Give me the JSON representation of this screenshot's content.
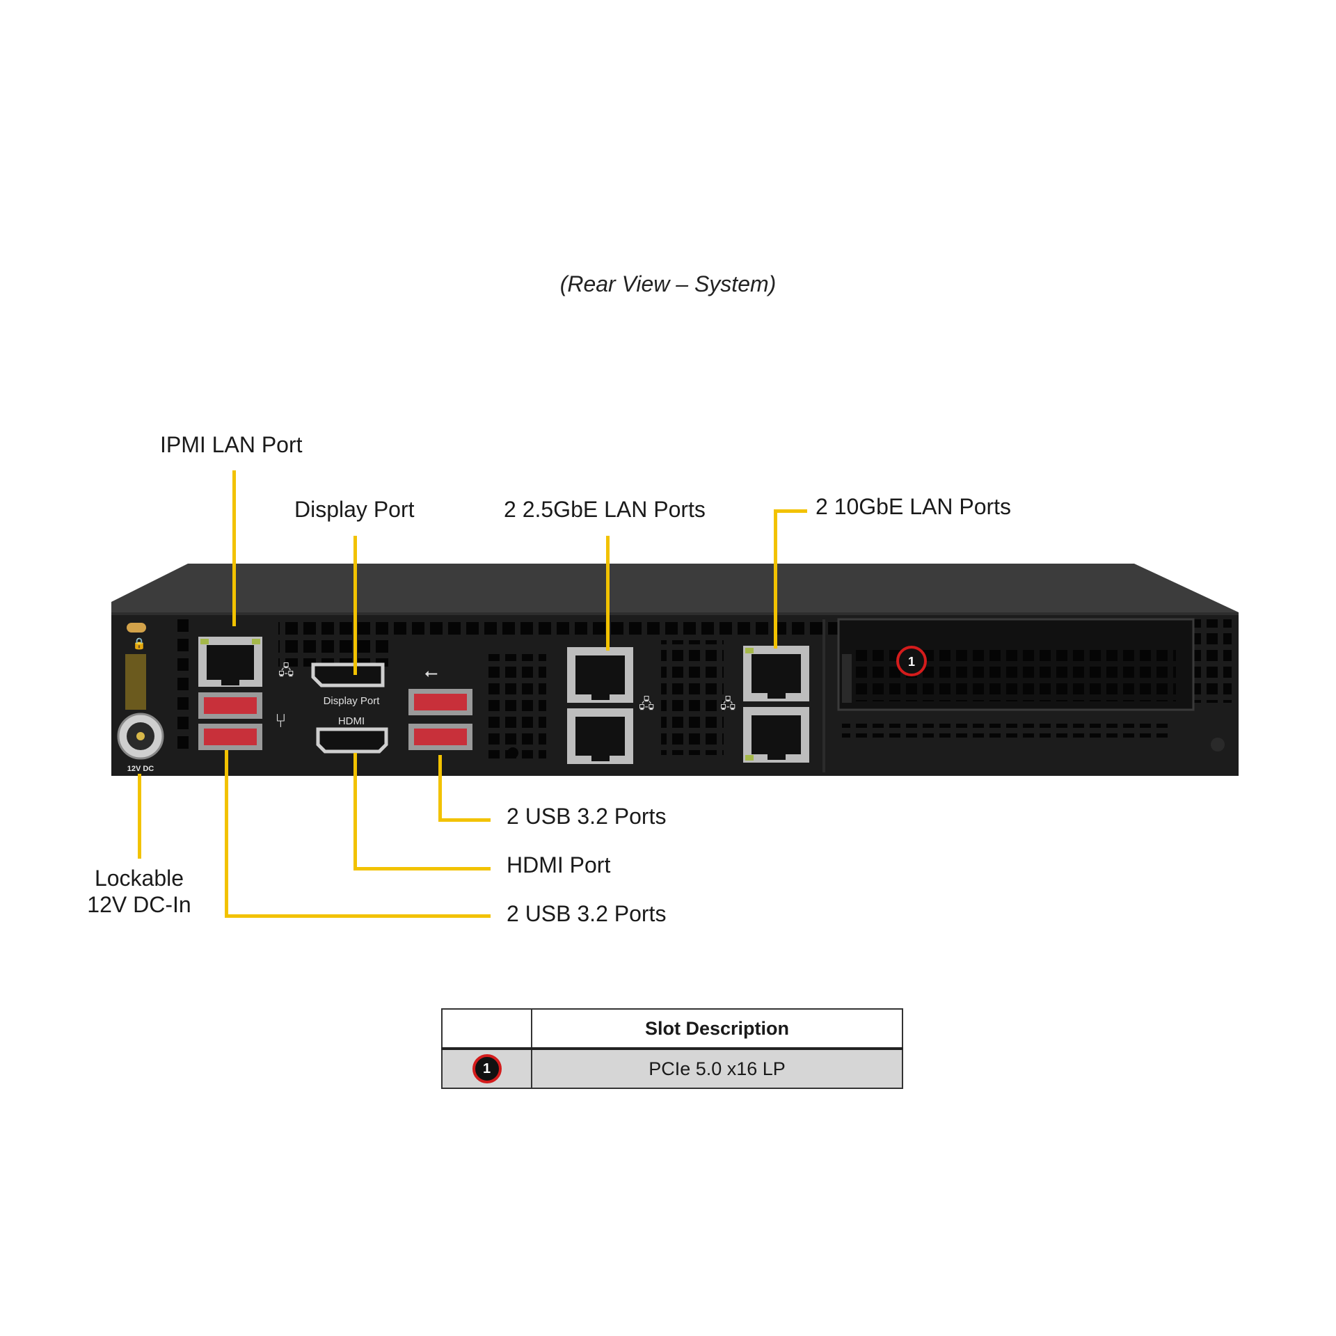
{
  "caption": "(Rear View – System)",
  "callouts": {
    "ipmi_lan": "IPMI LAN Port",
    "display_port": "Display Port",
    "lan_25g": "2 2.5GbE LAN Ports",
    "lan_10g": "2 10GbE LAN Ports",
    "usb_upper": "2 USB 3.2 Ports",
    "hdmi": "HDMI Port",
    "usb_lower": "2 USB 3.2 Ports",
    "dc_in_line1": "Lockable",
    "dc_in_line2": "12V DC-In"
  },
  "panel_text": {
    "dc_label": "12V DC",
    "dp_label": "Display Port",
    "hdmi_label": "HDMI"
  },
  "slot_table": {
    "header": [
      "",
      "Slot Description"
    ],
    "rows": [
      {
        "marker": "1",
        "description": "PCIe 5.0 x16 LP"
      }
    ]
  },
  "colors": {
    "leader": "#f2c200",
    "chassis": "#1c1c1c",
    "usb_port": "#c8303a",
    "marker_ring": "#d41c1c",
    "table_row": "#d6d6d6"
  }
}
